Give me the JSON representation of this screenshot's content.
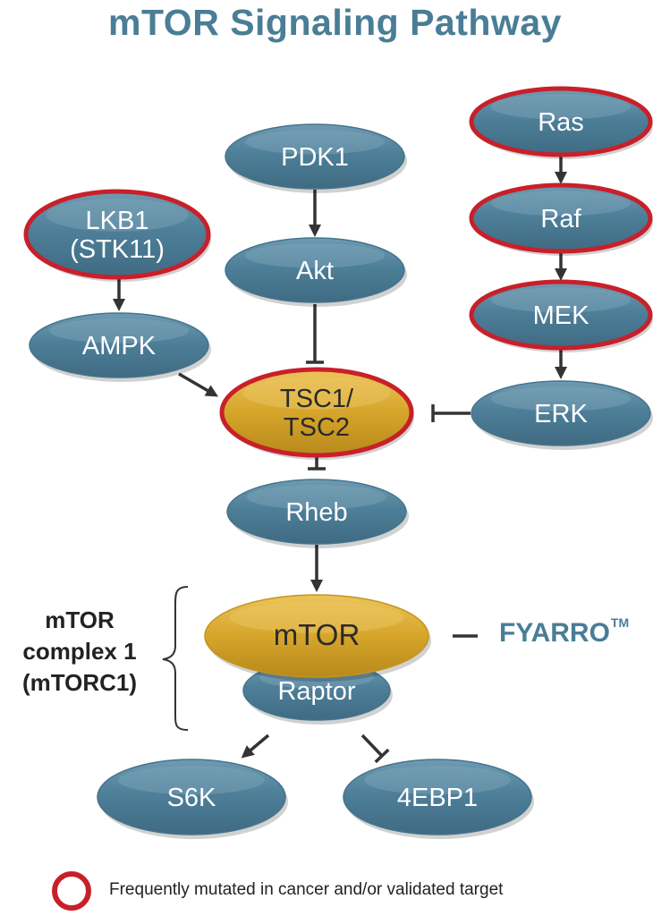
{
  "title": "mTOR Signaling Pathway",
  "nodes": [
    {
      "id": "pdk1",
      "lines": [
        "PDK1"
      ],
      "fill": "blue",
      "mutated": false
    },
    {
      "id": "akt",
      "lines": [
        "Akt"
      ],
      "fill": "blue",
      "mutated": false
    },
    {
      "id": "ras",
      "lines": [
        "Ras"
      ],
      "fill": "blue",
      "mutated": true
    },
    {
      "id": "raf",
      "lines": [
        "Raf"
      ],
      "fill": "blue",
      "mutated": true
    },
    {
      "id": "mek",
      "lines": [
        "MEK"
      ],
      "fill": "blue",
      "mutated": true
    },
    {
      "id": "erk",
      "lines": [
        "ERK"
      ],
      "fill": "blue",
      "mutated": false
    },
    {
      "id": "lkb1",
      "lines": [
        "LKB1",
        "(STK11)"
      ],
      "fill": "blue",
      "mutated": true
    },
    {
      "id": "ampk",
      "lines": [
        "AMPK"
      ],
      "fill": "blue",
      "mutated": false
    },
    {
      "id": "tsc",
      "lines": [
        "TSC1/",
        "TSC2"
      ],
      "fill": "gold",
      "mutated": true
    },
    {
      "id": "rheb",
      "lines": [
        "Rheb"
      ],
      "fill": "blue",
      "mutated": false
    },
    {
      "id": "raptor",
      "lines": [
        "Raptor"
      ],
      "fill": "blue",
      "mutated": false
    },
    {
      "id": "mtor",
      "lines": [
        "mTOR"
      ],
      "fill": "gold",
      "mutated": false
    },
    {
      "id": "s6k",
      "lines": [
        "S6K"
      ],
      "fill": "blue",
      "mutated": false
    },
    {
      "id": "4ebp1",
      "lines": [
        "4EBP1"
      ],
      "fill": "blue",
      "mutated": false
    }
  ],
  "edges": [
    {
      "from": "pdk1",
      "to": "akt",
      "type": "activates"
    },
    {
      "from": "akt",
      "to": "tsc",
      "type": "inhibits"
    },
    {
      "from": "ras",
      "to": "raf",
      "type": "activates"
    },
    {
      "from": "raf",
      "to": "mek",
      "type": "activates"
    },
    {
      "from": "mek",
      "to": "erk",
      "type": "activates"
    },
    {
      "from": "erk",
      "to": "tsc",
      "type": "inhibits"
    },
    {
      "from": "lkb1",
      "to": "ampk",
      "type": "activates"
    },
    {
      "from": "ampk",
      "to": "tsc",
      "type": "activates"
    },
    {
      "from": "tsc",
      "to": "rheb",
      "type": "inhibits"
    },
    {
      "from": "rheb",
      "to": "mtor",
      "type": "activates"
    },
    {
      "from": "mtor",
      "to": "s6k",
      "type": "activates"
    },
    {
      "from": "mtor",
      "to": "4ebp1",
      "type": "inhibits"
    },
    {
      "from": "drug",
      "to": "mtor",
      "type": "inhibits"
    }
  ],
  "complex": {
    "lines": [
      "mTOR",
      "complex 1",
      "(mTORC1)"
    ]
  },
  "drug": {
    "name": "FYARRO",
    "mark": "TM"
  },
  "legend": {
    "text": "Frequently mutated in cancer and/or validated target"
  },
  "colors": {
    "title": "#4a7d96",
    "node_fill": "#4e7f99",
    "node_highlight": "#7ea6bb",
    "gold_fill": "#d6a52a",
    "gold_highlight": "#edc866",
    "mutated_outline": "#c8202a",
    "edge": "#333333"
  }
}
